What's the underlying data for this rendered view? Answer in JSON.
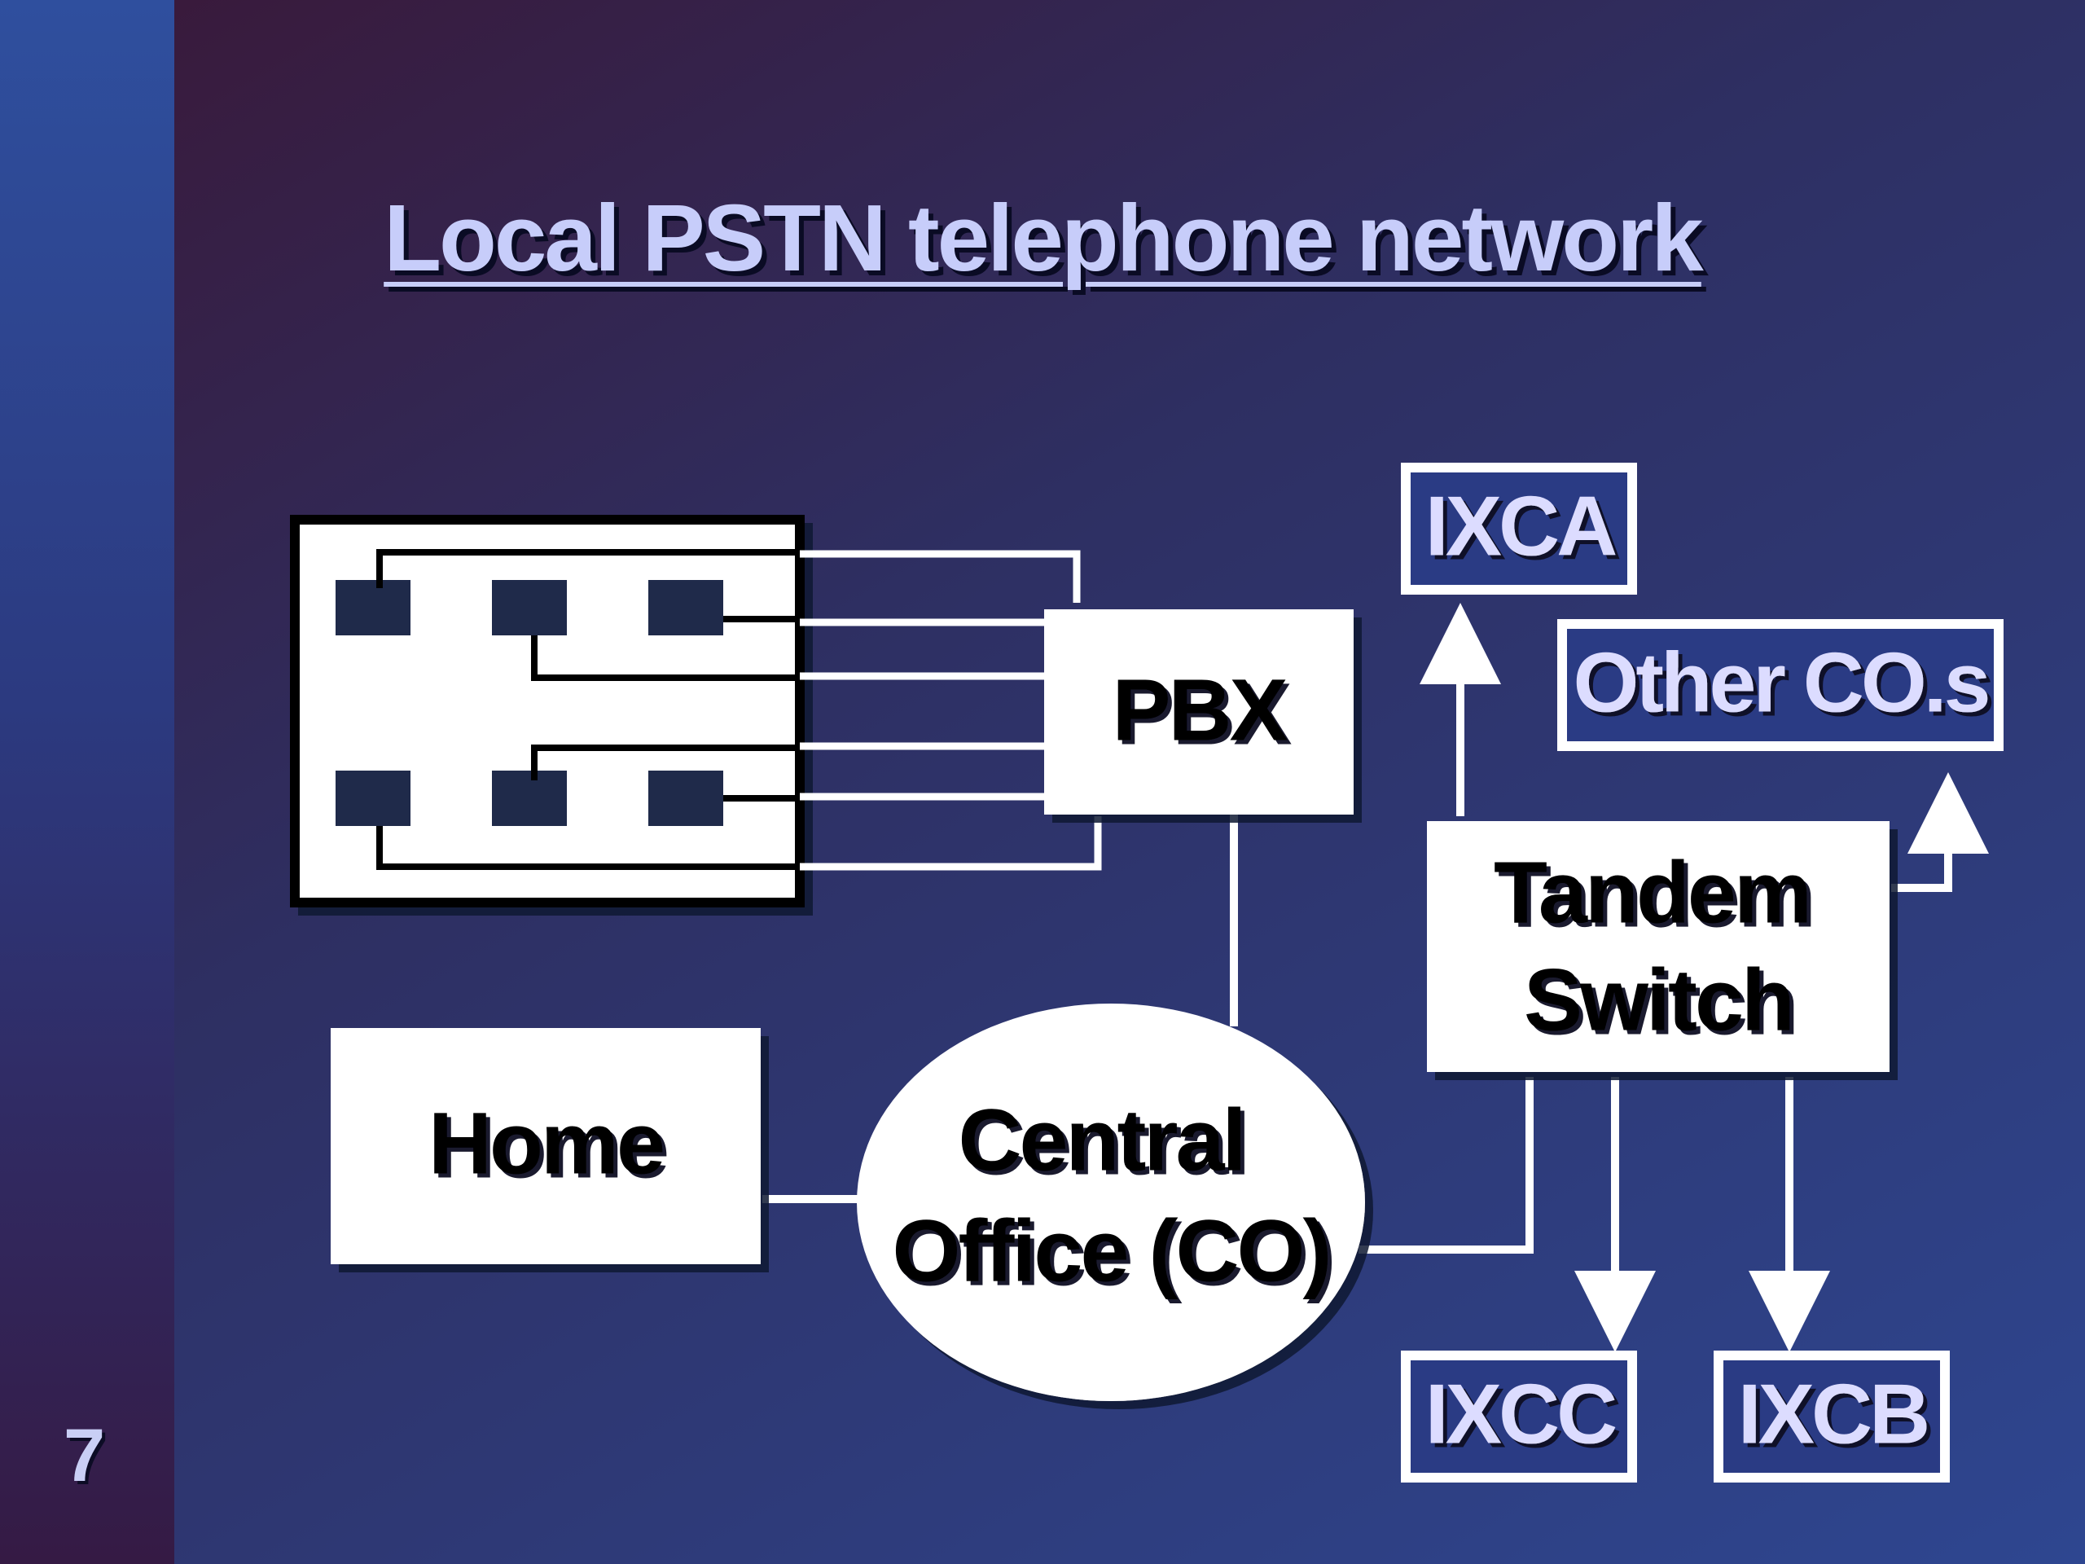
{
  "slide": {
    "title": "Local PSTN telephone network",
    "number": "7"
  },
  "diagram": {
    "nodes": {
      "pbx": "PBX",
      "home": "Home",
      "co_line1": "Central",
      "co_line2": "Office (CO)",
      "tandem_line1": "Tandem",
      "tandem_line2": "Switch",
      "ixca": "IXCA",
      "other_cos": "Other CO.s",
      "ixcc": "IXCC",
      "ixcb": "IXCB"
    }
  },
  "colors": {
    "background_dark": "#3a1838",
    "background_blue": "#2e4690",
    "box_fill": "#ffffff",
    "phone_fill": "#1f2a4a",
    "title_text": "#c7cdfa"
  }
}
